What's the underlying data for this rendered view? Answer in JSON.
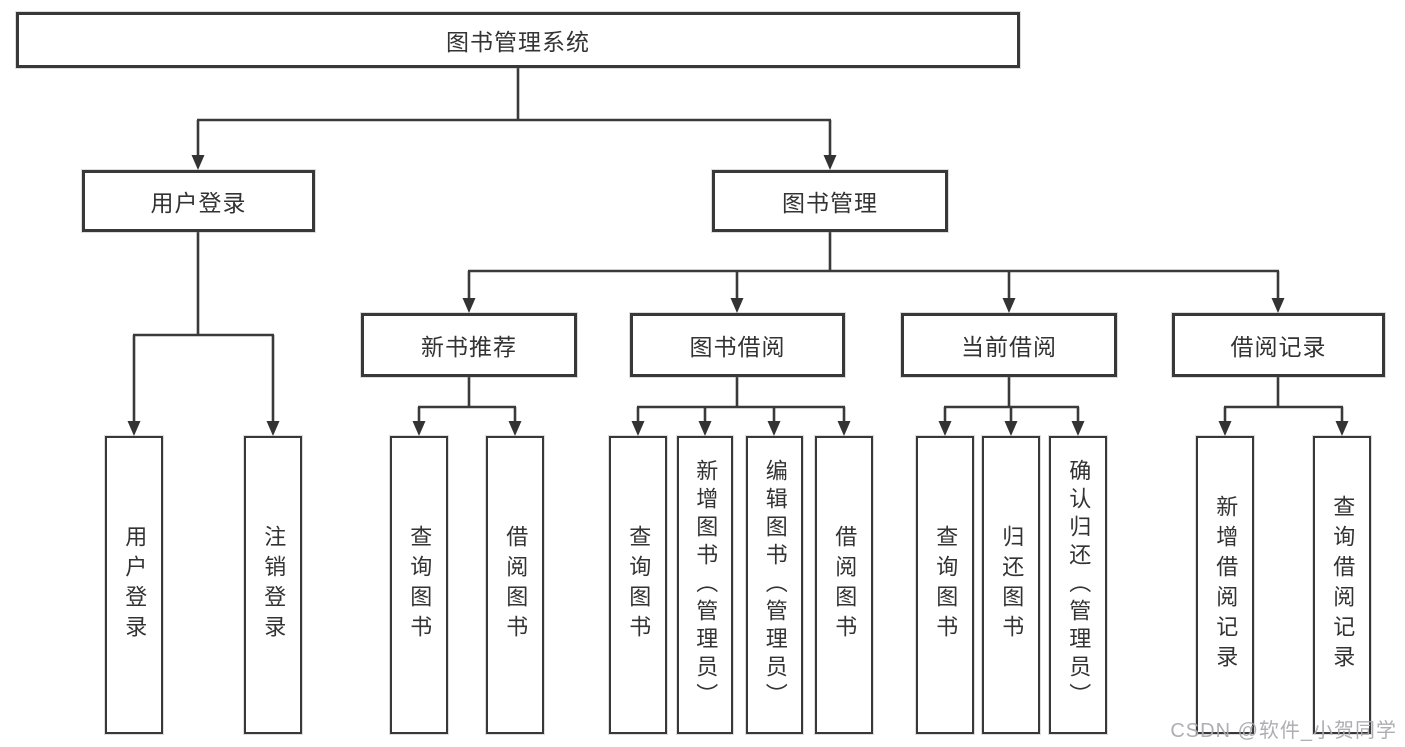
{
  "diagram": {
    "type": "hierarchy-tree",
    "nodes": {
      "root": {
        "label": "图书管理系统"
      },
      "user_login": {
        "label": "用户登录"
      },
      "book_management": {
        "label": "图书管理"
      },
      "new_book_recommend": {
        "label": "新书推荐"
      },
      "book_borrow": {
        "label": "图书借阅"
      },
      "current_borrow": {
        "label": "当前借阅"
      },
      "borrow_records": {
        "label": "借阅记录"
      },
      "leaf_user_login": {
        "label": "用户登录"
      },
      "leaf_logout": {
        "label": "注销登录"
      },
      "leaf_recommend_query_books": {
        "label": "查询图书"
      },
      "leaf_recommend_borrow_books": {
        "label": "借阅图书"
      },
      "leaf_borrow_query_books": {
        "label": "查询图书"
      },
      "leaf_borrow_add_books": {
        "label": "新增图书（管理员）"
      },
      "leaf_borrow_edit_books": {
        "label": "编辑图书（管理员）"
      },
      "leaf_borrow_borrow_books": {
        "label": "借阅图书"
      },
      "leaf_current_query_books": {
        "label": "查询图书"
      },
      "leaf_current_return_books": {
        "label": "归还图书"
      },
      "leaf_current_confirm_return": {
        "label": "确认归还（管理员）"
      },
      "leaf_records_add_record": {
        "label": "新增借阅记录"
      },
      "leaf_records_query_record": {
        "label": "查询借阅记录"
      }
    },
    "edges": [
      [
        "root",
        "user_login"
      ],
      [
        "root",
        "book_management"
      ],
      [
        "user_login",
        "leaf_user_login"
      ],
      [
        "user_login",
        "leaf_logout"
      ],
      [
        "book_management",
        "new_book_recommend"
      ],
      [
        "book_management",
        "book_borrow"
      ],
      [
        "book_management",
        "current_borrow"
      ],
      [
        "book_management",
        "borrow_records"
      ],
      [
        "new_book_recommend",
        "leaf_recommend_query_books"
      ],
      [
        "new_book_recommend",
        "leaf_recommend_borrow_books"
      ],
      [
        "book_borrow",
        "leaf_borrow_query_books"
      ],
      [
        "book_borrow",
        "leaf_borrow_add_books"
      ],
      [
        "book_borrow",
        "leaf_borrow_edit_books"
      ],
      [
        "book_borrow",
        "leaf_borrow_borrow_books"
      ],
      [
        "current_borrow",
        "leaf_current_query_books"
      ],
      [
        "current_borrow",
        "leaf_current_return_books"
      ],
      [
        "current_borrow",
        "leaf_current_confirm_return"
      ],
      [
        "borrow_records",
        "leaf_records_add_record"
      ],
      [
        "borrow_records",
        "leaf_records_query_record"
      ]
    ],
    "colors": {
      "background": "#ffffff",
      "box_border": "#383838",
      "connector_line": "#3a3a3a",
      "arrowhead": "#333333",
      "text": "#333333",
      "watermark_text": "#aaaaaf"
    }
  },
  "watermark": {
    "text": "CSDN @软件_小贺同学"
  }
}
